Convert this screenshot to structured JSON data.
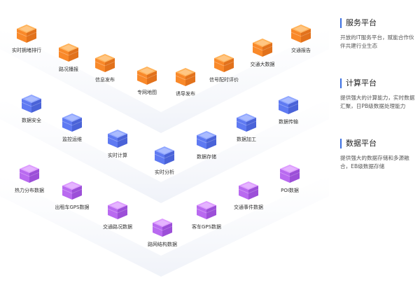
{
  "colors": {
    "service": [
      "#ffb35a",
      "#f9892a",
      "#e2721c"
    ],
    "compute": [
      "#8fa6ff",
      "#5f7af2",
      "#4a63d8"
    ],
    "data": [
      "#dd9bff",
      "#b96af0",
      "#9c4fd8"
    ],
    "accent": "#3b6fe0"
  },
  "layers": {
    "service": {
      "items": [
        {
          "label": "实时拥堵排行"
        },
        {
          "label": "路况播报"
        },
        {
          "label": "信息发布"
        },
        {
          "label": "专网地图"
        },
        {
          "label": "诱导发布"
        },
        {
          "label": "信号配时评价"
        },
        {
          "label": "交通大数据"
        },
        {
          "label": "交通报告"
        }
      ]
    },
    "compute": {
      "items": [
        {
          "label": "数据安全"
        },
        {
          "label": "监控运维"
        },
        {
          "label": "实时计算"
        },
        {
          "label": "实时分析"
        },
        {
          "label": "数据存储"
        },
        {
          "label": "数据加工"
        },
        {
          "label": "数据传输"
        }
      ]
    },
    "data": {
      "items": [
        {
          "label": "热力分布数据"
        },
        {
          "label": "出租车GPS数据"
        },
        {
          "label": "交通路况数据"
        },
        {
          "label": "路网结构数据"
        },
        {
          "label": "客车GPS数据"
        },
        {
          "label": "交通事件数据"
        },
        {
          "label": "POI数据"
        }
      ]
    }
  },
  "panels": [
    {
      "title": "服务平台",
      "desc": "开放的IT服务平台，赋能合作伙伴共建行业生态"
    },
    {
      "title": "计算平台",
      "desc": "提供强大的计算能力，实时数据汇聚，日PB级数据处理能力"
    },
    {
      "title": "数据平台",
      "desc": "提供强大的数据存储和多源融合，EB级数据存储"
    }
  ]
}
